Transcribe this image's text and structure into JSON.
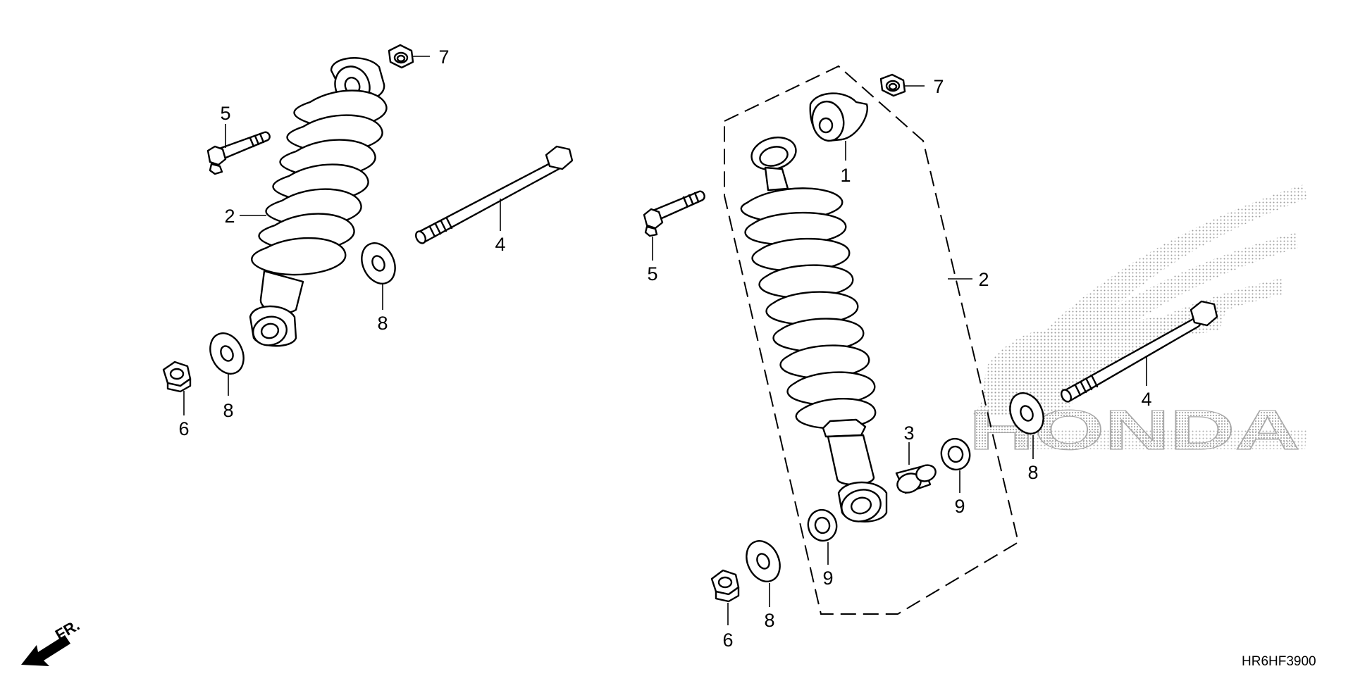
{
  "callouts": {
    "left_7": "7",
    "left_5": "5",
    "left_2": "2",
    "left_4": "4",
    "left_8a": "8",
    "left_8b": "8",
    "left_6": "6",
    "right_7": "7",
    "right_1": "1",
    "right_5": "5",
    "right_2": "2",
    "right_4": "4",
    "right_3": "3",
    "right_9a": "9",
    "right_9b": "9",
    "right_8a": "8",
    "right_8b": "8",
    "right_6": "6"
  },
  "front_indicator": "FR.",
  "diagram_code": "HR6HF3900",
  "watermark_text": "HONDA",
  "icons": {
    "front_arrow": "arrow-left-down-icon",
    "watermark": "honda-wing-logo"
  }
}
